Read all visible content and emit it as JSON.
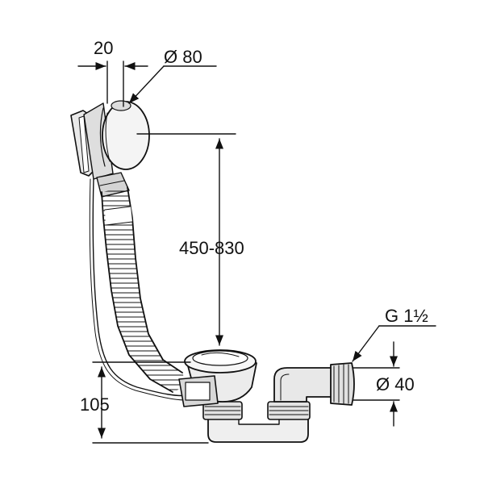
{
  "dimensions": {
    "top_width": "20",
    "overflow_diameter": "Ø 80",
    "height_range": "450-830",
    "thread": "G 1½",
    "outlet_diameter": "Ø 40",
    "trap_height": "105"
  },
  "colors": {
    "line": "#111111",
    "fill_light": "#ededed",
    "fill_mid": "#cfcfcf",
    "background": "#ffffff"
  }
}
